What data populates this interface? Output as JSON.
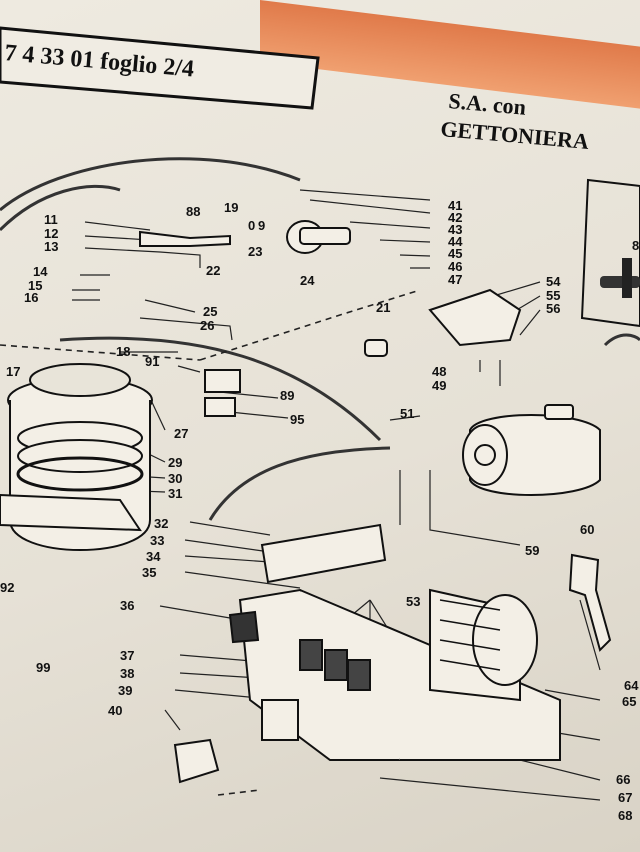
{
  "header": {
    "doc_ref": "7 4 33 01 foglio 2/4",
    "title_line1": "S.A. con",
    "title_line2": "GETTONIERA"
  },
  "part_labels": [
    "88",
    "19",
    "0",
    "9",
    "23",
    "22",
    "24",
    "11",
    "12",
    "13",
    "14",
    "15",
    "16",
    "25",
    "26",
    "41",
    "42",
    "43",
    "44",
    "45",
    "46",
    "47",
    "54",
    "55",
    "56",
    "21",
    "17",
    "18",
    "91",
    "89",
    "95",
    "27",
    "29",
    "30",
    "31",
    "48",
    "49",
    "51",
    "59",
    "60",
    "32",
    "33",
    "34",
    "35",
    "36",
    "37",
    "38",
    "39",
    "40",
    "53",
    "92",
    "99",
    "64",
    "65",
    "66",
    "67",
    "68",
    "8"
  ],
  "colors": {
    "paper": "#e9e5db",
    "ink": "#111111",
    "strip": "#e8865a"
  }
}
